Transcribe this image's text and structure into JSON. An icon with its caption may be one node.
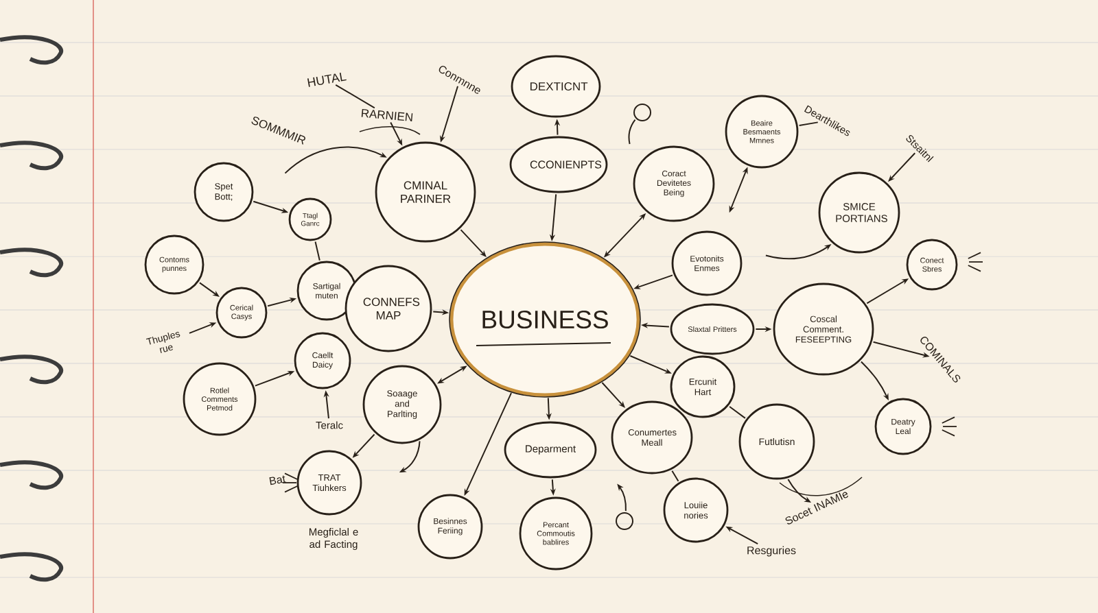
{
  "diagram": {
    "nodes": [
      {
        "text": [
          "BUSINESS"
        ]
      },
      {
        "text": [
          "DEXTICNT"
        ]
      },
      {
        "text": [
          "CCONIENPTS"
        ]
      },
      {
        "text": [
          "CMINAL PARINER"
        ]
      },
      {
        "text": [
          "Spet Bott;"
        ]
      },
      {
        "text": [
          "Ttagl Ganrc"
        ]
      },
      {
        "text": [
          "Sartigal muten"
        ]
      },
      {
        "text": [
          "Contoms punnes"
        ]
      },
      {
        "text": [
          "Cerical Casys"
        ]
      },
      {
        "text": [
          "CONNEFS MAP"
        ]
      },
      {
        "text": [
          "Caellt Daicy"
        ]
      },
      {
        "text": [
          "Rotlel Comments Petmod"
        ]
      },
      {
        "text": [
          "Soaage and Parlting"
        ]
      },
      {
        "text": [
          "TRAT Tiuhkers"
        ],
        "beside": [
          "Bat"
        ]
      },
      {
        "text": [
          "Besinnes Feriing"
        ]
      },
      {
        "text": [
          "Deparment"
        ]
      },
      {
        "text": [
          "Percant Commoutis bablires"
        ]
      },
      {
        "text": [
          "Conumertes Meall"
        ]
      },
      {
        "text": [
          "Louiie nories"
        ]
      },
      {
        "text": [
          "Coract Devitetes Being"
        ]
      },
      {
        "text": [
          "Beaire Besmaents Mmnes"
        ]
      },
      {
        "text": [
          "Evotonits Enmes"
        ]
      },
      {
        "text": [
          "Slaxtal Pritters"
        ]
      },
      {
        "text": [
          "Ercunit Hart"
        ]
      },
      {
        "text": [
          "Futlutisn"
        ]
      },
      {
        "text": [
          "Coscal Comment. FESEEPTING"
        ]
      },
      {
        "text": [
          "SMICE PORTIANS"
        ]
      },
      {
        "text": [
          "Conect Sbres"
        ]
      },
      {
        "text": [
          "Deatry Leal"
        ]
      },
      {
        "text": [
          "HUTAL"
        ]
      },
      {
        "text": [
          "RARNIEN"
        ]
      },
      {
        "text": [
          "Conmnne"
        ]
      },
      {
        "text": [
          "Thuples rue"
        ]
      },
      {
        "text": [
          "Teralc"
        ]
      },
      {
        "text": [
          "Resguries"
        ]
      },
      {
        "text": [
          "Dearthlikes"
        ]
      },
      {
        "text": [
          "Stsaitnl"
        ]
      },
      {
        "text": [
          "Socet INAMIe"
        ]
      },
      {
        "text": [
          "COMINALS"
        ]
      },
      {
        "text": [],
        "shape": "circle"
      },
      {
        "text": [],
        "shape": "circle"
      }
    ],
    "edges": [
      {
        "from": 29,
        "to": 30,
        "arrow": "none"
      },
      {
        "from": 30,
        "to": 3,
        "arrow": "to"
      },
      {
        "from": 31,
        "to": 3,
        "arrow": "to"
      },
      {
        "from": null,
        "to": 3,
        "arrow": "to"
      },
      {
        "from": 4,
        "to": 5,
        "arrow": "to"
      },
      {
        "from": 5,
        "to": 6,
        "arrow": "none"
      },
      {
        "from": 7,
        "to": 8,
        "arrow": "to"
      },
      {
        "from": 32,
        "to": 8,
        "arrow": "to"
      },
      {
        "from": 8,
        "to": 6,
        "arrow": "to"
      },
      {
        "from": 3,
        "to": 0,
        "arrow": "to"
      },
      {
        "from": 9,
        "to": 0,
        "arrow": "to"
      },
      {
        "from": 11,
        "to": 10,
        "arrow": "to"
      },
      {
        "from": 33,
        "to": 10,
        "arrow": "to"
      },
      {
        "from": 0,
        "to": 12,
        "arrow": "both"
      },
      {
        "from": 12,
        "to": 13,
        "arrow": "to"
      },
      {
        "from": 12,
        "to": null,
        "arrow": "to"
      },
      {
        "from": 0,
        "to": 14,
        "arrow": "to"
      },
      {
        "from": 0,
        "to": 15,
        "arrow": "to"
      },
      {
        "from": 15,
        "to": 16,
        "arrow": "to"
      },
      {
        "from": 0,
        "to": 17,
        "arrow": "to"
      },
      {
        "from": 17,
        "to": 18,
        "arrow": "none"
      },
      {
        "from": 40,
        "to": null,
        "arrow": "to"
      },
      {
        "from": 34,
        "to": 18,
        "arrow": "to"
      },
      {
        "from": 2,
        "to": 1,
        "arrow": "to"
      },
      {
        "from": 2,
        "to": 0,
        "arrow": "to"
      },
      {
        "from": 39,
        "to": null,
        "arrow": "none"
      },
      {
        "from": 0,
        "to": 19,
        "arrow": "both"
      },
      {
        "from": 20,
        "to": null,
        "arrow": "both"
      },
      {
        "from": 21,
        "to": 0,
        "arrow": "to"
      },
      {
        "from": 22,
        "to": 0,
        "arrow": "to"
      },
      {
        "from": 22,
        "to": 25,
        "arrow": "to"
      },
      {
        "from": 0,
        "to": 23,
        "arrow": "to"
      },
      {
        "from": 23,
        "to": 24,
        "arrow": "none"
      },
      {
        "from": 24,
        "to": 37,
        "arrow": "to"
      },
      {
        "from": 25,
        "to": 28,
        "arrow": "to"
      },
      {
        "from": null,
        "to": 26,
        "arrow": "to"
      },
      {
        "from": 36,
        "to": 26,
        "arrow": "to"
      },
      {
        "from": 25,
        "to": 27,
        "arrow": "to"
      },
      {
        "from": 25,
        "to": 38,
        "arrow": "to"
      },
      {
        "from": 35,
        "to": 20,
        "arrow": "none"
      }
    ],
    "labels": [
      "SOMMMIR",
      "Megficlal e ad Facting"
    ]
  }
}
